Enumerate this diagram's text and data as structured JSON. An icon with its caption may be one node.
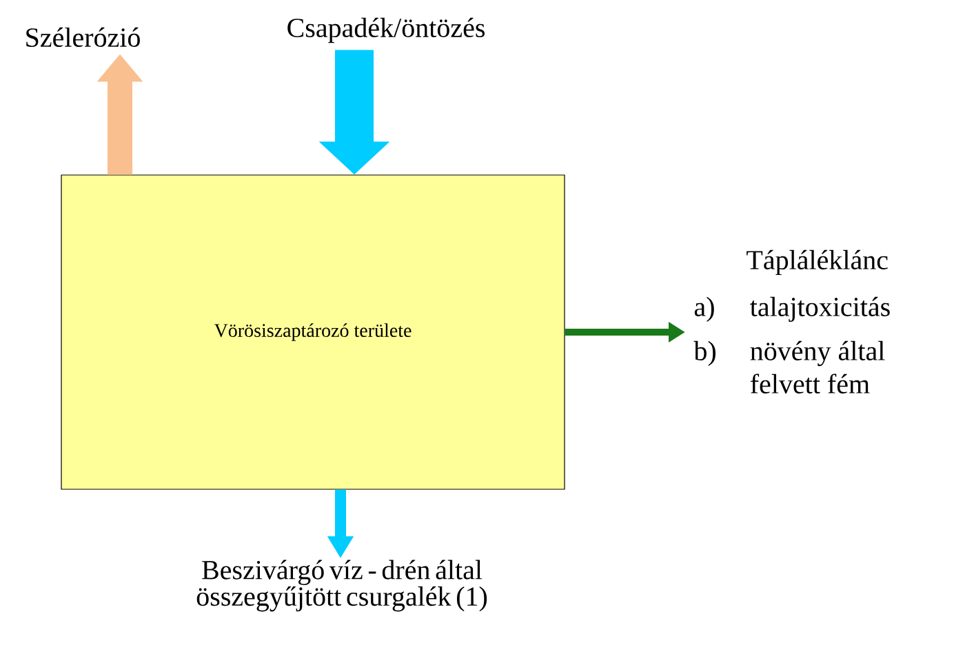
{
  "diagram": {
    "nodes": [
      {
        "text": [
          "Vörösiszaptározó területe"
        ]
      },
      {
        "text": [
          "Szélerózió"
        ]
      },
      {
        "text": [
          "Csapadék/öntözés"
        ]
      },
      {
        "text": [
          "Tápláléklánc",
          "a)",
          "talajtoxicitás",
          "b)",
          "növény által felvett fém"
        ]
      },
      {
        "text": [
          "Beszivárgó víz - drén által összegyűjtött csurgalék (1)"
        ]
      }
    ],
    "edges": [
      {
        "from": 0,
        "to": 1,
        "arrow": "to",
        "style": "thick",
        "color": "#f9bf8f"
      },
      {
        "from": 2,
        "to": 0,
        "arrow": "to",
        "style": "thick",
        "color": "#00ccff"
      },
      {
        "from": 0,
        "to": 3,
        "arrow": "to",
        "color": "#1a7a1a"
      },
      {
        "from": 0,
        "to": 4,
        "arrow": "to",
        "color": "#00ccff"
      }
    ]
  }
}
